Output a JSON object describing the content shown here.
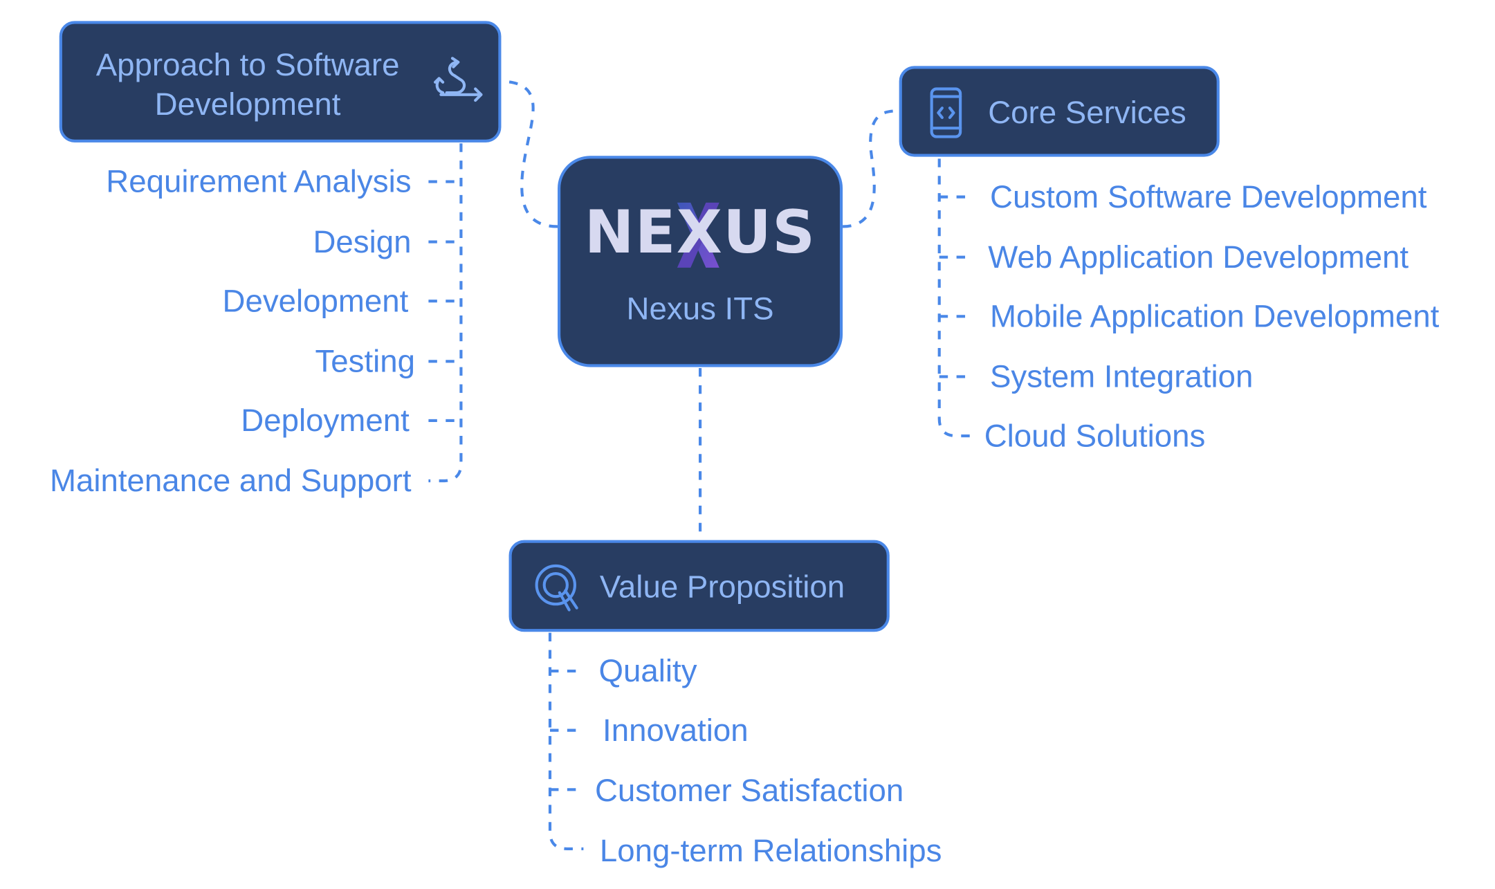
{
  "center": {
    "logo_text": "NEXUS",
    "subtitle": "Nexus ITS"
  },
  "approach": {
    "title_line1": "Approach to Software",
    "title_line2": "Development",
    "icon": "process-flow-icon",
    "items": [
      "Requirement Analysis",
      "Design",
      "Development",
      "Testing",
      "Deployment",
      "Maintenance and Support"
    ]
  },
  "core_services": {
    "title": "Core Services",
    "icon": "mobile-code-icon",
    "items": [
      "Custom Software Development",
      "Web Application Development",
      "Mobile Application Development",
      "System Integration",
      "Cloud Solutions"
    ]
  },
  "value_proposition": {
    "title": "Value Proposition",
    "icon": "quality-q-icon",
    "items": [
      "Quality",
      "Innovation",
      "Customer Satisfaction",
      "Long-term Relationships"
    ]
  },
  "colors": {
    "box_fill": "#283d62",
    "box_border": "#4a88e8",
    "box_text": "#8fb6f4",
    "item_text": "#4a86e6",
    "connector": "#4a88e8",
    "logo_text": "#d7d9f0",
    "logo_x": "#6a4fc8"
  }
}
